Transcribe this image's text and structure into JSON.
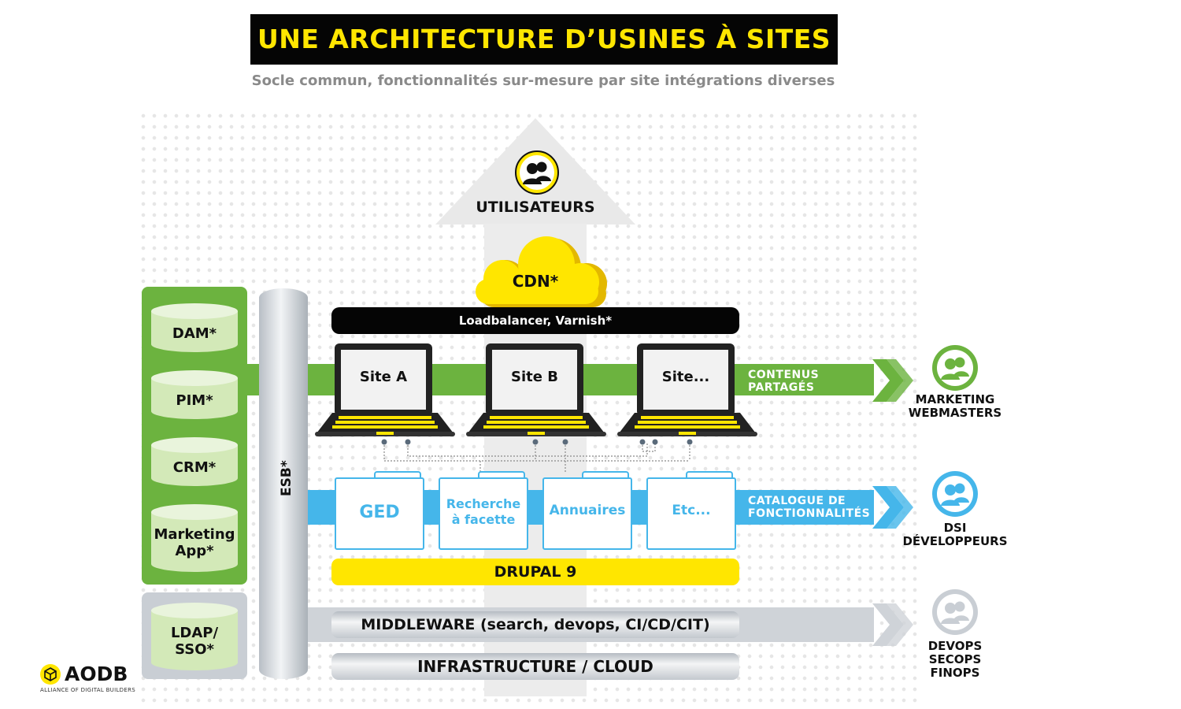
{
  "header": {
    "title": "UNE ARCHITECTURE D’USINES À SITES",
    "subtitle": "Socle commun, fonctionnalités sur-mesure par site intégrations diverses"
  },
  "users": {
    "label": "UTILISATEURS",
    "icon": "users-icon"
  },
  "cdn": {
    "label": "CDN*"
  },
  "loadbalancer": {
    "label": "Loadbalancer, Varnish*"
  },
  "sites": [
    {
      "label": "Site A"
    },
    {
      "label": "Site B"
    },
    {
      "label": "Site..."
    }
  ],
  "data_sources": [
    {
      "label": "DAM*"
    },
    {
      "label": "PIM*"
    },
    {
      "label": "CRM*"
    },
    {
      "label": "Marketing App*"
    },
    {
      "label": "LDAP/ SSO*"
    }
  ],
  "esb": {
    "label": "ESB*"
  },
  "features": [
    {
      "label": "GED"
    },
    {
      "label": "Recherche à facette"
    },
    {
      "label": "Annuaires"
    },
    {
      "label": "Etc..."
    }
  ],
  "drupal": {
    "label": "DRUPAL 9"
  },
  "middleware": {
    "label": "MIDDLEWARE (search, devops, CI/CD/CIT)"
  },
  "infrastructure": {
    "label": "INFRASTRUCTURE / CLOUD"
  },
  "bands": {
    "shared": {
      "line1": "CONTENUS",
      "line2": "PARTAGÉS"
    },
    "catalog": {
      "line1": "CATALOGUE DE",
      "line2": "FONCTIONNALITÉS"
    }
  },
  "roles": [
    {
      "line1": "MARKETING",
      "line2": "WEBMASTERS",
      "line3": "",
      "color": "#6cb33f"
    },
    {
      "line1": "DSI",
      "line2": "DÉVELOPPEURS",
      "line3": "",
      "color": "#45b6ea"
    },
    {
      "line1": "DEVOPS",
      "line2": "SECOPS",
      "line3": "FINOPS",
      "color": "#c9ced4"
    }
  ],
  "brand": {
    "name": "AODB",
    "tagline": "ALLIANCE OF DIGITAL BUILDERS",
    "color": "#ffe600"
  },
  "colors": {
    "green": "#6cb33f",
    "blue": "#45b6ea",
    "yellow": "#ffe600",
    "grey": "#c9ced4",
    "black": "#050505"
  }
}
